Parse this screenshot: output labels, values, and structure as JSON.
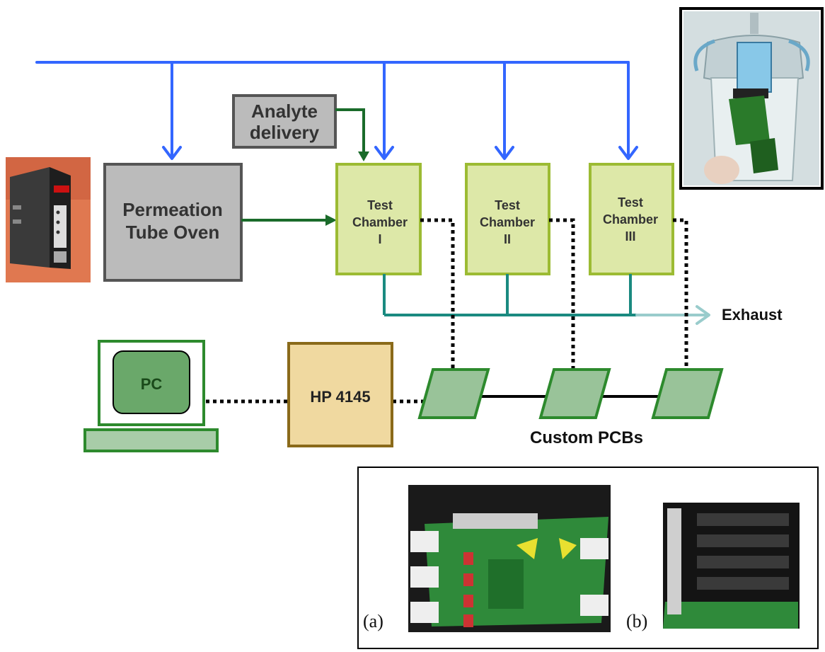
{
  "nodes": {
    "analyte": {
      "line1": "Analyte",
      "line2": "delivery"
    },
    "oven": {
      "line1": "Permeation",
      "line2": "Tube Oven"
    },
    "chamber1": {
      "line1": "Test",
      "line2": "Chamber",
      "line3": "I"
    },
    "chamber2": {
      "line1": "Test",
      "line2": "Chamber",
      "line3": "II"
    },
    "chamber3": {
      "line1": "Test",
      "line2": "Chamber",
      "line3": "III"
    },
    "pc": {
      "label": "PC"
    },
    "hp": {
      "label": "HP 4145"
    },
    "exhaust": {
      "label": "Exhaust"
    },
    "pcbs": {
      "label": "Custom PCBs"
    }
  },
  "photos": {
    "board_a_caption": "(a)",
    "board_b_caption": "(b)"
  },
  "colors": {
    "supply_line": "#3366ff",
    "analyte_line": "#1a6b2a",
    "exhaust_line": "#1a8a80",
    "exhaust_arrow": "#99cccc",
    "chamber_fill": "#dde8a8",
    "chamber_border": "#9cbb33",
    "box_gray": "#bbbbbb",
    "box_gray_border": "#555555",
    "hp_fill": "#f0d9a0",
    "hp_border": "#8a6a1a",
    "pcb_fill": "#99c399",
    "pcb_border": "#2d8a2d"
  }
}
